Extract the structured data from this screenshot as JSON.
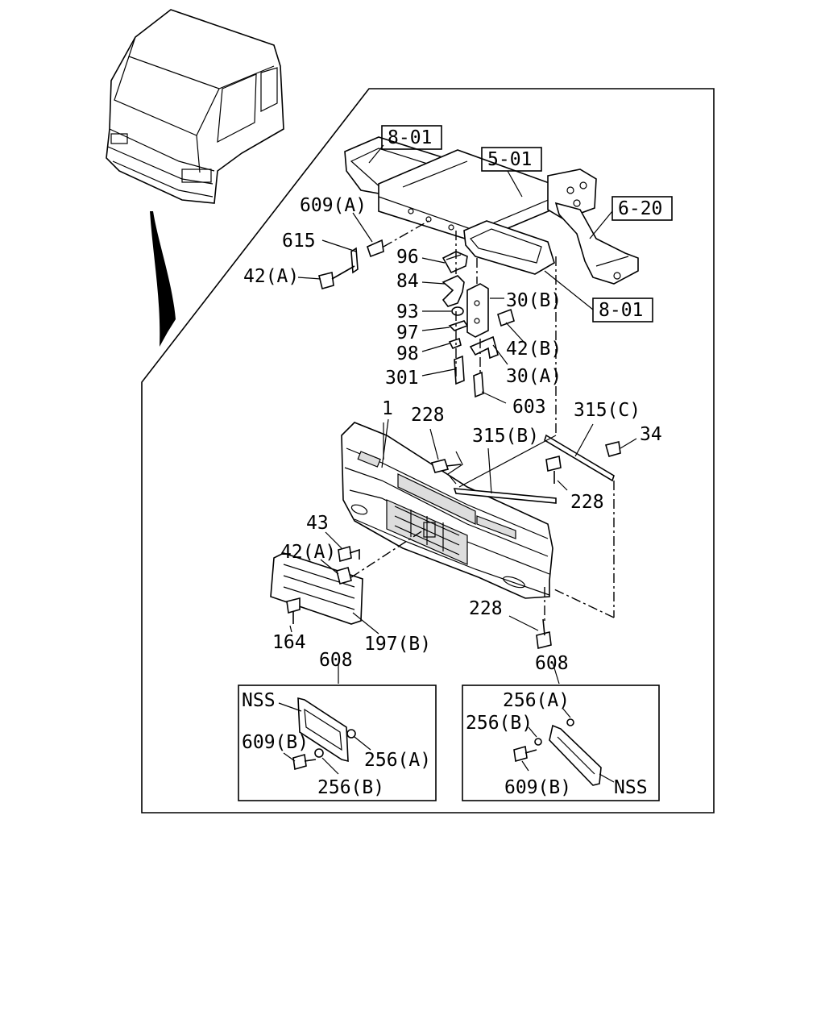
{
  "refs": {
    "r801a": "8-01",
    "r501": "5-01",
    "r620": "6-20",
    "r801b": "8-01"
  },
  "labels": {
    "l609a": "609(A)",
    "l615": "615",
    "l42a_top": "42(A)",
    "l96": "96",
    "l84": "84",
    "l93": "93",
    "l97": "97",
    "l98": "98",
    "l301": "301",
    "l30b": "30(B)",
    "l42b": "42(B)",
    "l30a": "30(A)",
    "l603": "603",
    "l1": "1",
    "l228_top": "228",
    "l315b": "315(B)",
    "l315c": "315(C)",
    "l34": "34",
    "l228_right": "228",
    "l43": "43",
    "l42a_mid": "42(A)",
    "l164": "164",
    "l197b": "197(B)",
    "l228_bottom": "228",
    "l608_left": "608",
    "l608_right": "608",
    "l_nss_left": "NSS",
    "l609b_left": "609(B)",
    "l256a_left": "256(A)",
    "l256b_left": "256(B)",
    "l256a_right": "256(A)",
    "l256b_right": "256(B)",
    "l609b_right": "609(B)",
    "l_nss_right": "NSS"
  }
}
